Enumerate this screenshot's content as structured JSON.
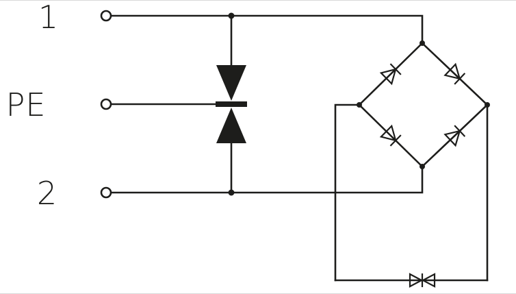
{
  "diagram": {
    "type": "circuit-schematic",
    "line_color": "#1d1d1b",
    "background_color": "#ffffff",
    "terminals": [
      {
        "label": "1"
      },
      {
        "label": "PE"
      },
      {
        "label": "2"
      }
    ],
    "components": [
      {
        "name": "bidirectional-suppressor-diode-pair-to-pe"
      },
      {
        "name": "rectifier-diode-bridge",
        "diode_count": 4
      },
      {
        "name": "bidirectional-tvs-diode"
      }
    ]
  }
}
